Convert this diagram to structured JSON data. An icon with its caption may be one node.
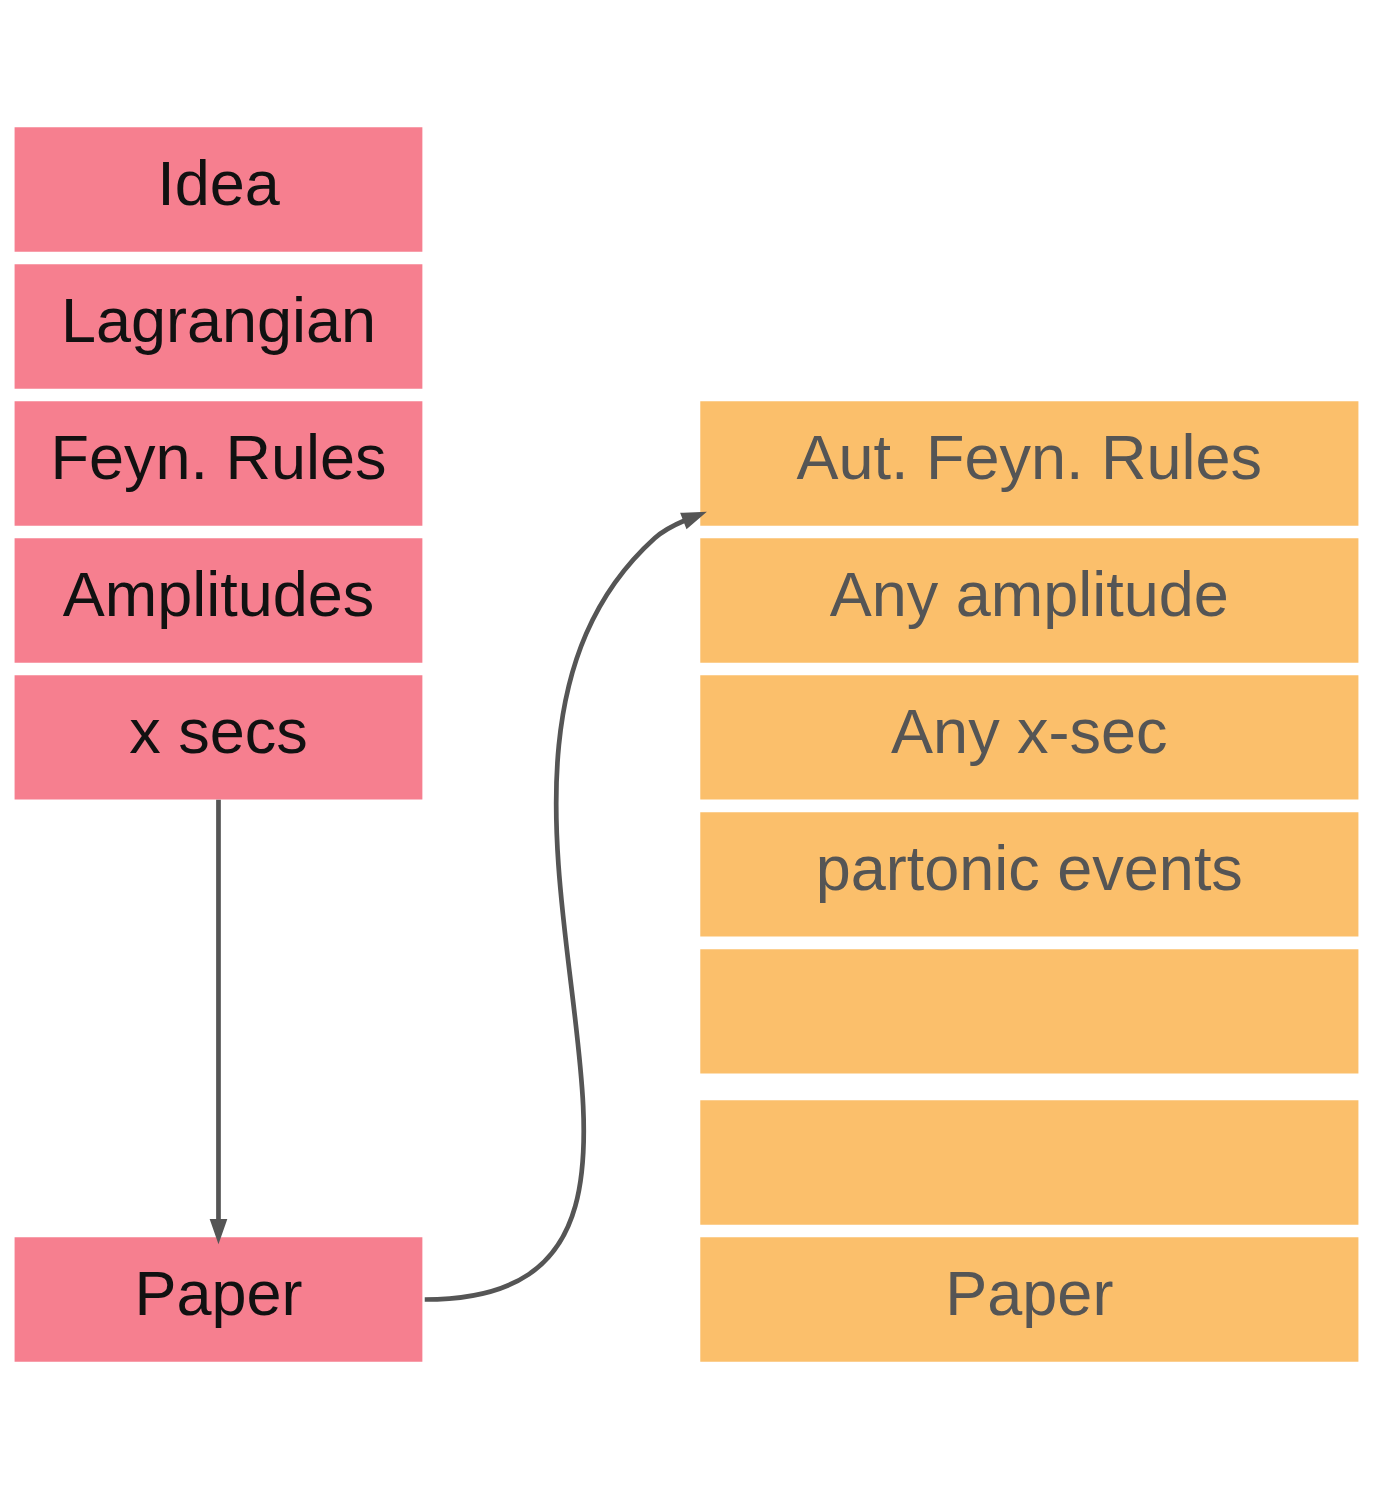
{
  "diagram": {
    "nodes": [
      {
        "text": [
          "Idea"
        ]
      },
      {
        "text": [
          "Lagrangian"
        ]
      },
      {
        "text": [
          "Feyn. Rules"
        ]
      },
      {
        "text": [
          "Amplitudes"
        ]
      },
      {
        "text": [
          "x secs"
        ]
      },
      {
        "text": [
          "Paper"
        ]
      },
      {
        "text": [
          "Aut. Feyn. Rules"
        ]
      },
      {
        "text": [
          "Any amplitude"
        ]
      },
      {
        "text": [
          "Any x-sec"
        ]
      },
      {
        "text": [
          "partonic events"
        ]
      },
      {
        "text": [],
        "shape": "box"
      },
      {
        "text": [],
        "shape": "box"
      },
      {
        "text": [
          "Paper"
        ]
      }
    ],
    "edges": [
      {
        "from": 4,
        "to": 5,
        "arrow": "to"
      },
      {
        "from": 5,
        "to": 6,
        "arrow": "to"
      }
    ]
  }
}
